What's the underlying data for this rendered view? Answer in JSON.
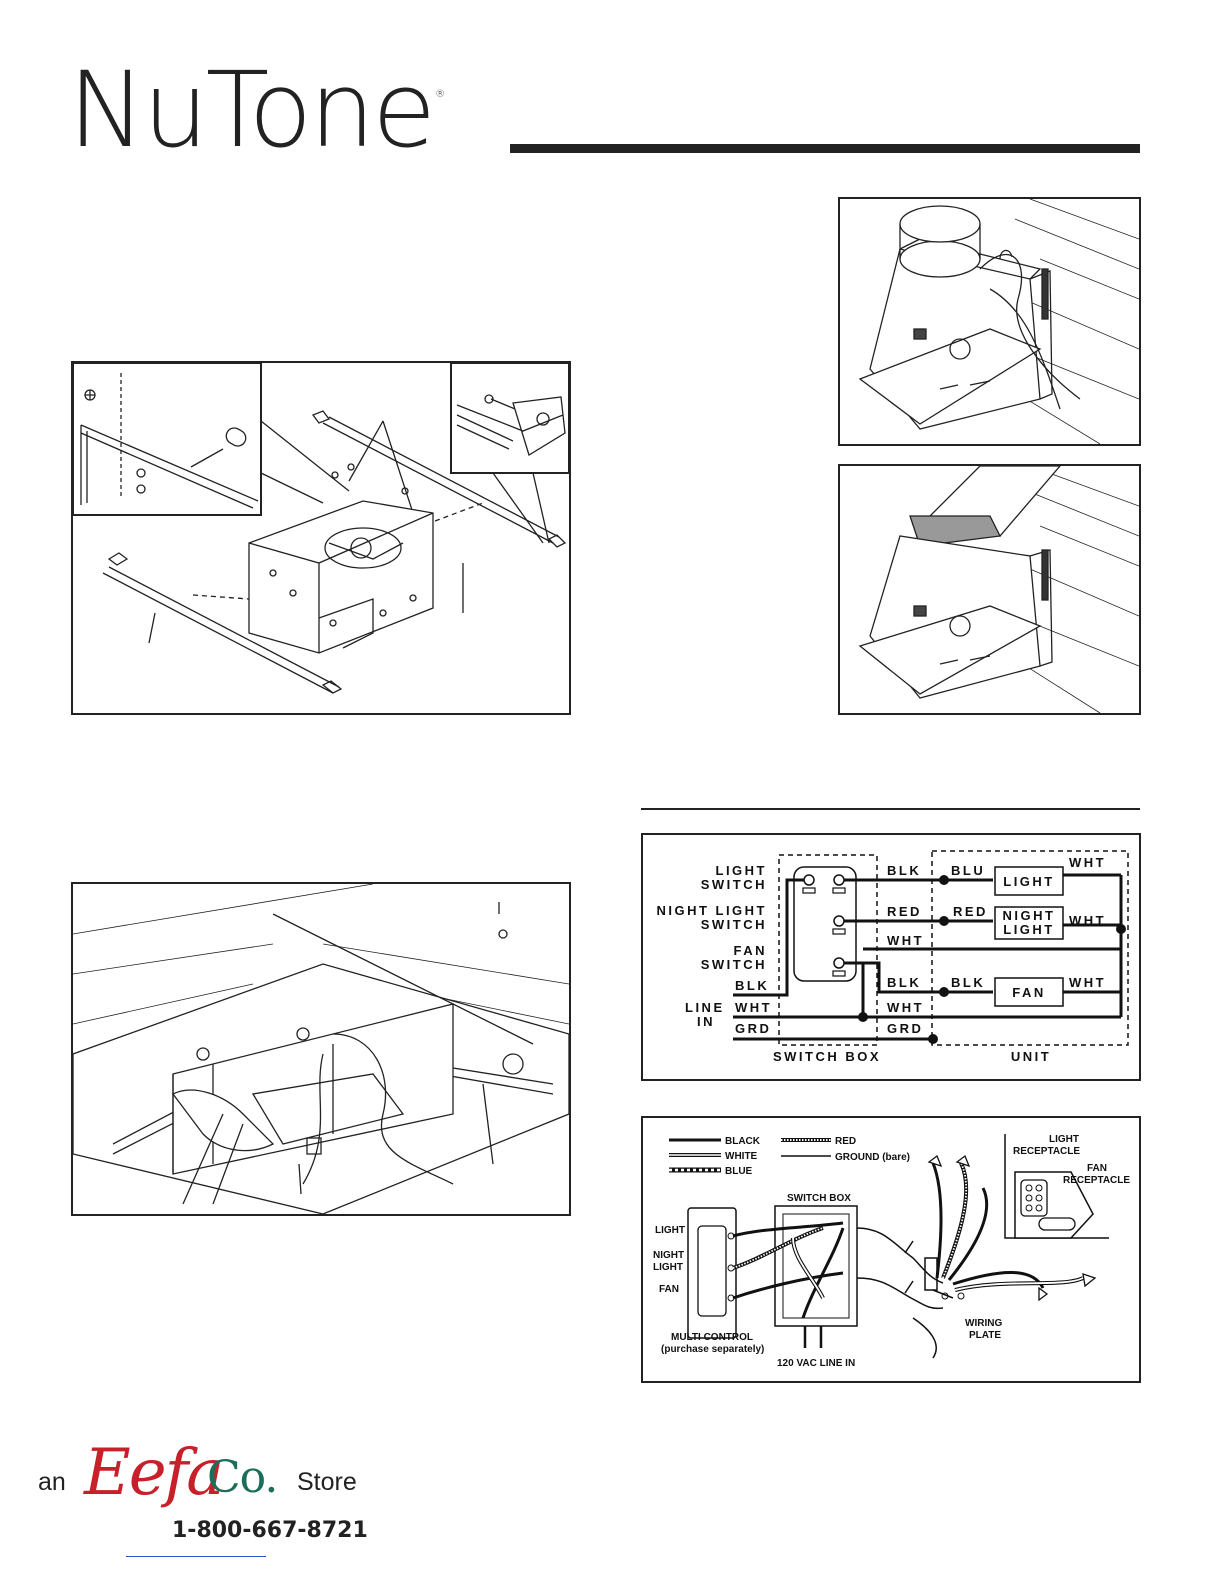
{
  "brand": {
    "logo_text": "NuTone",
    "registered_mark": "®"
  },
  "schematic": {
    "left_labels": {
      "light_switch_1": "LIGHT",
      "light_switch_2": "SWITCH",
      "night_light_switch_1": "NIGHT LIGHT",
      "night_light_switch_2": "SWITCH",
      "fan_switch_1": "FAN",
      "fan_switch_2": "SWITCH",
      "blk": "BLK",
      "line_in_1": "LINE",
      "line_in_2": "IN",
      "wht": "WHT",
      "grd": "GRD"
    },
    "switch_box_wires": [
      "BLK",
      "RED",
      "WHT",
      "BLK",
      "WHT",
      "GRD"
    ],
    "unit_wires": [
      "BLU",
      "RED",
      "BLK"
    ],
    "unit_right_wires": [
      "WHT",
      "WHT",
      "WHT"
    ],
    "components": {
      "light": "LIGHT",
      "night_light_1": "NIGHT",
      "night_light_2": "LIGHT",
      "fan": "FAN"
    },
    "box_labels": {
      "switch_box": "SWITCH BOX",
      "unit": "UNIT"
    }
  },
  "pictorial": {
    "legend": {
      "black": "BLACK",
      "white": "WHITE",
      "blue": "BLUE",
      "red": "RED",
      "ground": "GROUND (bare)"
    },
    "labels": {
      "switch_box": "SWITCH BOX",
      "light": "LIGHT",
      "night_light_1": "NIGHT",
      "night_light_2": "LIGHT",
      "fan": "FAN",
      "multi_control": "MULTI CONTROL",
      "purchase_separately": "(purchase separately)",
      "line_in": "120 VAC LINE IN",
      "light_receptacle_1": "LIGHT",
      "light_receptacle_2": "RECEPTACLE",
      "fan_receptacle_1": "FAN",
      "fan_receptacle_2": "RECEPTACLE",
      "wiring_plate_1": "WIRING",
      "wiring_plate_2": "PLATE"
    }
  },
  "store": {
    "prefix": "an",
    "name_part1": "Eefa",
    "name_part2": "Co.",
    "suffix": "Store",
    "phone": "1-800-667-8721"
  },
  "colors": {
    "ink": "#111111",
    "eefa_red": "#c8202a",
    "eefa_green": "#1b6e58"
  }
}
